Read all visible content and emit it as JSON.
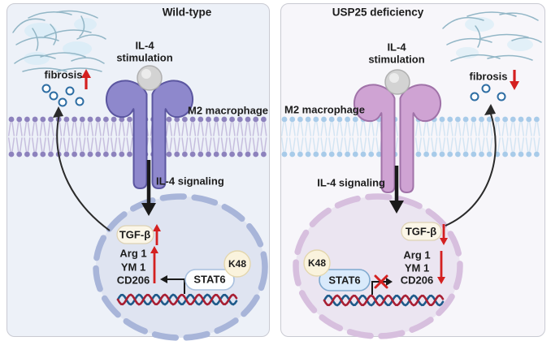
{
  "figure": {
    "left_panel": {
      "title": "Wild-type",
      "labels": {
        "fibrosis": "fibrosis",
        "il4_line1": "IL-4",
        "il4_line2": "stimulation",
        "cell": "M2 macrophage",
        "signaling": "IL-4 signaling",
        "tgfb": "TGF-β",
        "gene1": "Arg 1",
        "gene2": "YM 1",
        "gene3": "CD206",
        "stat6": "STAT6",
        "k48": "K48"
      },
      "trends": {
        "fibrosis": "increase",
        "tgfb": "increase",
        "genes": "increase",
        "stat6_transcription": "active"
      }
    },
    "right_panel": {
      "title": "USP25 deficiency",
      "labels": {
        "fibrosis": "fibrosis",
        "il4_line1": "IL-4",
        "il4_line2": "stimulation",
        "cell": "M2 macrophage",
        "signaling": "IL-4 signaling",
        "tgfb": "TGF-β",
        "gene1": "Arg 1",
        "gene2": "YM 1",
        "gene3": "CD206",
        "stat6": "STAT6",
        "k48": "K48"
      },
      "trends": {
        "fibrosis": "decrease",
        "tgfb": "decrease",
        "genes": "decrease",
        "stat6_transcription": "blocked"
      }
    },
    "colors": {
      "red_arrow": "#d42020",
      "panel_left_bg": "#edf1f8",
      "panel_right_bg": "#f7f6fa",
      "membrane_left_head": "#8d82bd",
      "membrane_left_tail": "#c6bede",
      "membrane_right_head": "#a8cbe9",
      "membrane_right_tail": "#d4e5f3",
      "receptor_left": "#8e88cc",
      "receptor_right": "#cfa3d3",
      "nucleus_left_fill": "#dfe4f1",
      "nucleus_left_ring": "#a8b5d9",
      "nucleus_right_fill": "#ebe5f1",
      "nucleus_right_ring": "#d7bfde",
      "dna_red": "#a81f33",
      "dna_blue": "#1e5a8a",
      "k48_fill": "#faf3dd",
      "ligand_gray": "#d3d3d3"
    }
  }
}
